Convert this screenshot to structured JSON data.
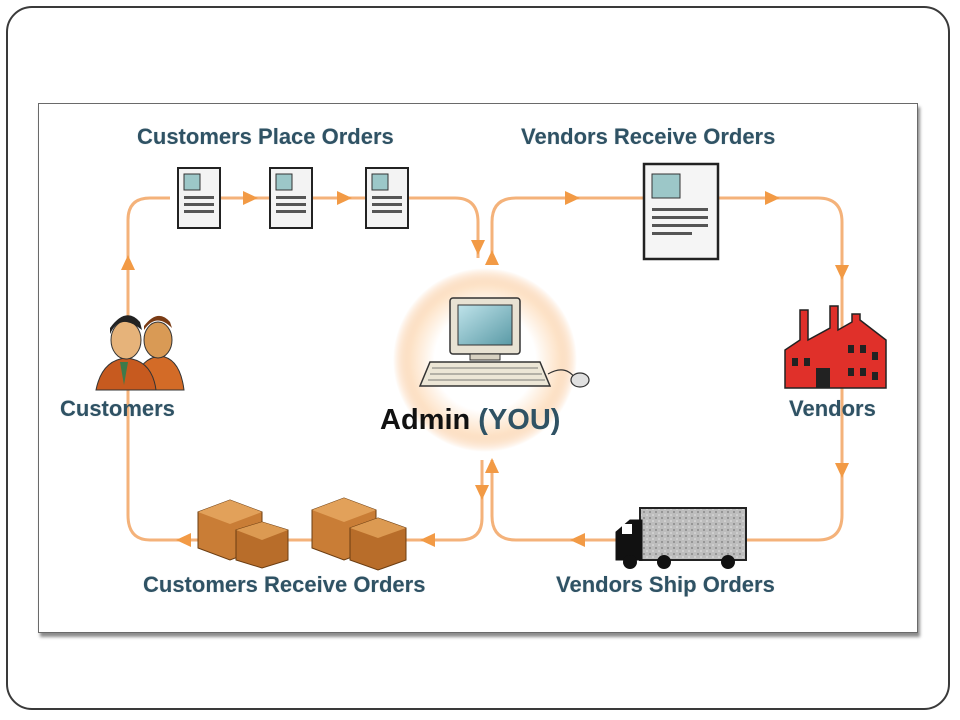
{
  "labels": {
    "customers_place_orders": "Customers Place Orders",
    "vendors_receive_orders": "Vendors Receive Orders",
    "customers": "Customers",
    "admin": "Admin",
    "admin_you": "(YOU)",
    "vendors": "Vendors",
    "customers_receive_orders": "Customers Receive Orders",
    "vendors_ship_orders": "Vendors Ship Orders"
  },
  "colors": {
    "flow_line": "#f4b27a",
    "arrow": "#f29a45",
    "label_text": "#2f5264",
    "factory": "#e0302a",
    "box": "#c97d36"
  },
  "icons": [
    "order-document-icon",
    "computer-icon",
    "customers-icon",
    "factory-icon",
    "package-boxes-icon",
    "truck-icon"
  ]
}
